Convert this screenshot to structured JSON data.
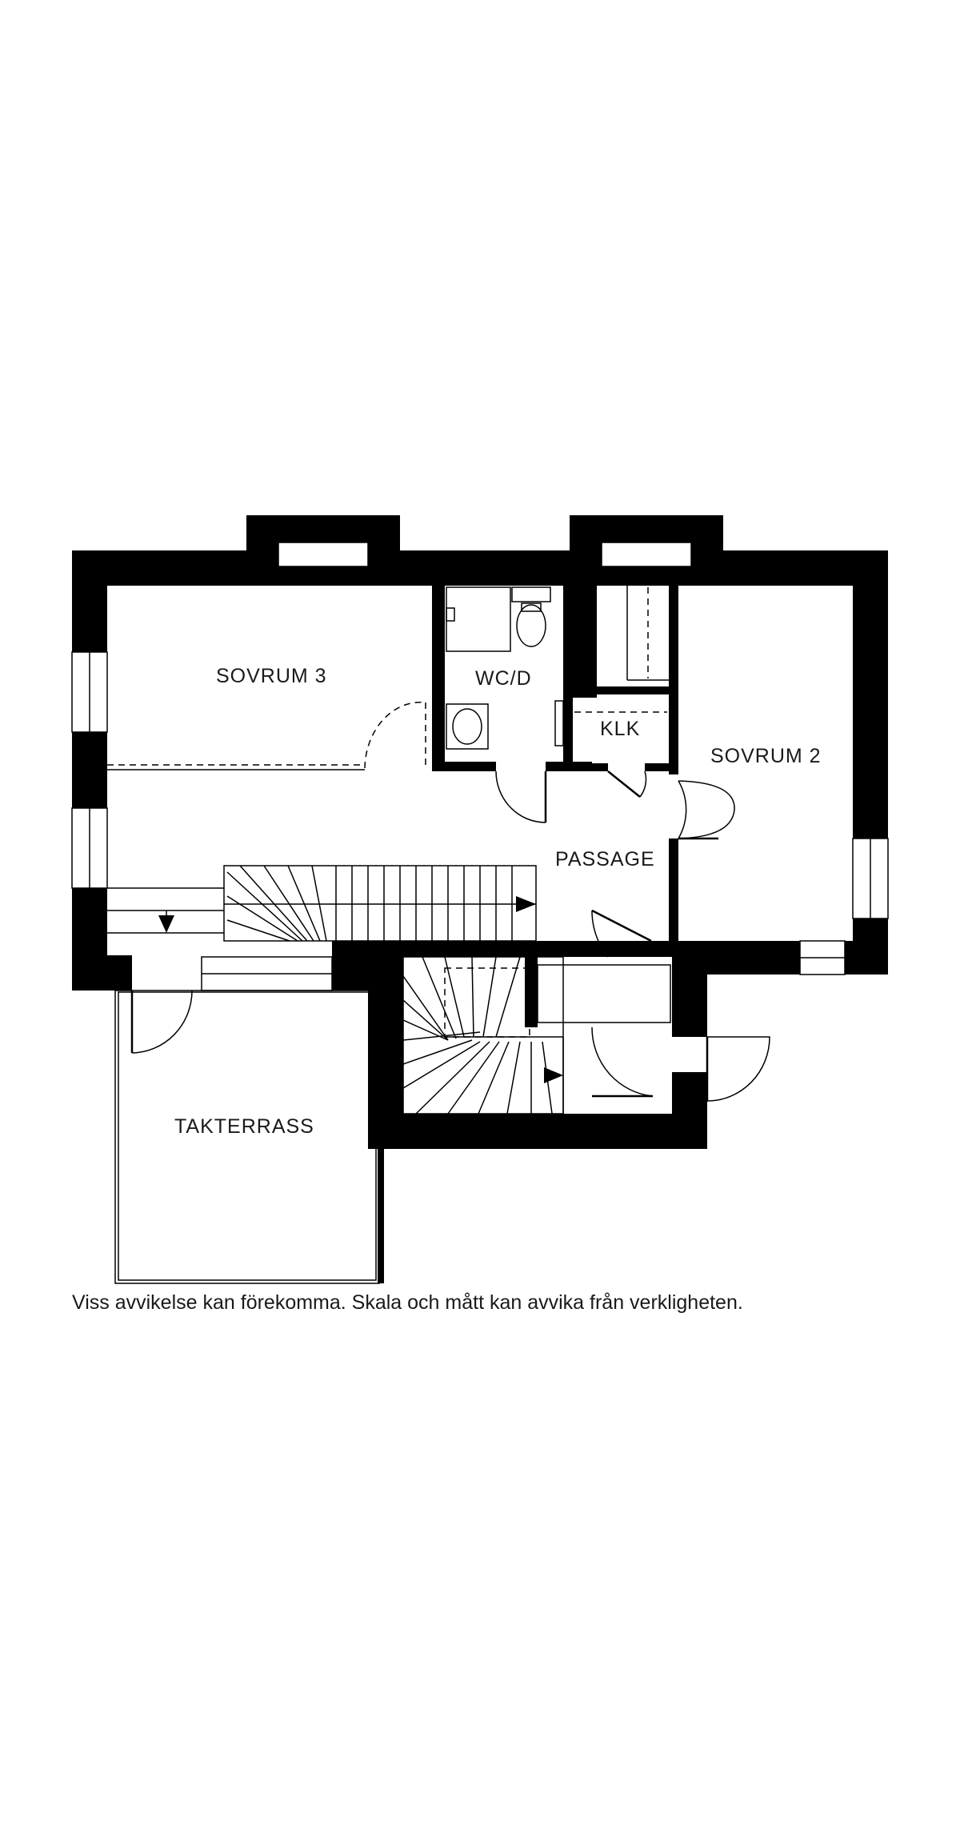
{
  "rooms": {
    "sovrum3": "SOVRUM 3",
    "wcd": "WC/D",
    "klk": "KLK",
    "sovrum2": "SOVRUM 2",
    "passage": "PASSAGE",
    "takterrass": "TAKTERRASS"
  },
  "disclaimer": "Viss avvikelse kan förekomma. Skala och mått kan avvika från verkligheten.",
  "colors": {
    "wall": "#000000",
    "background": "#ffffff",
    "text": "#1a1a1a"
  }
}
